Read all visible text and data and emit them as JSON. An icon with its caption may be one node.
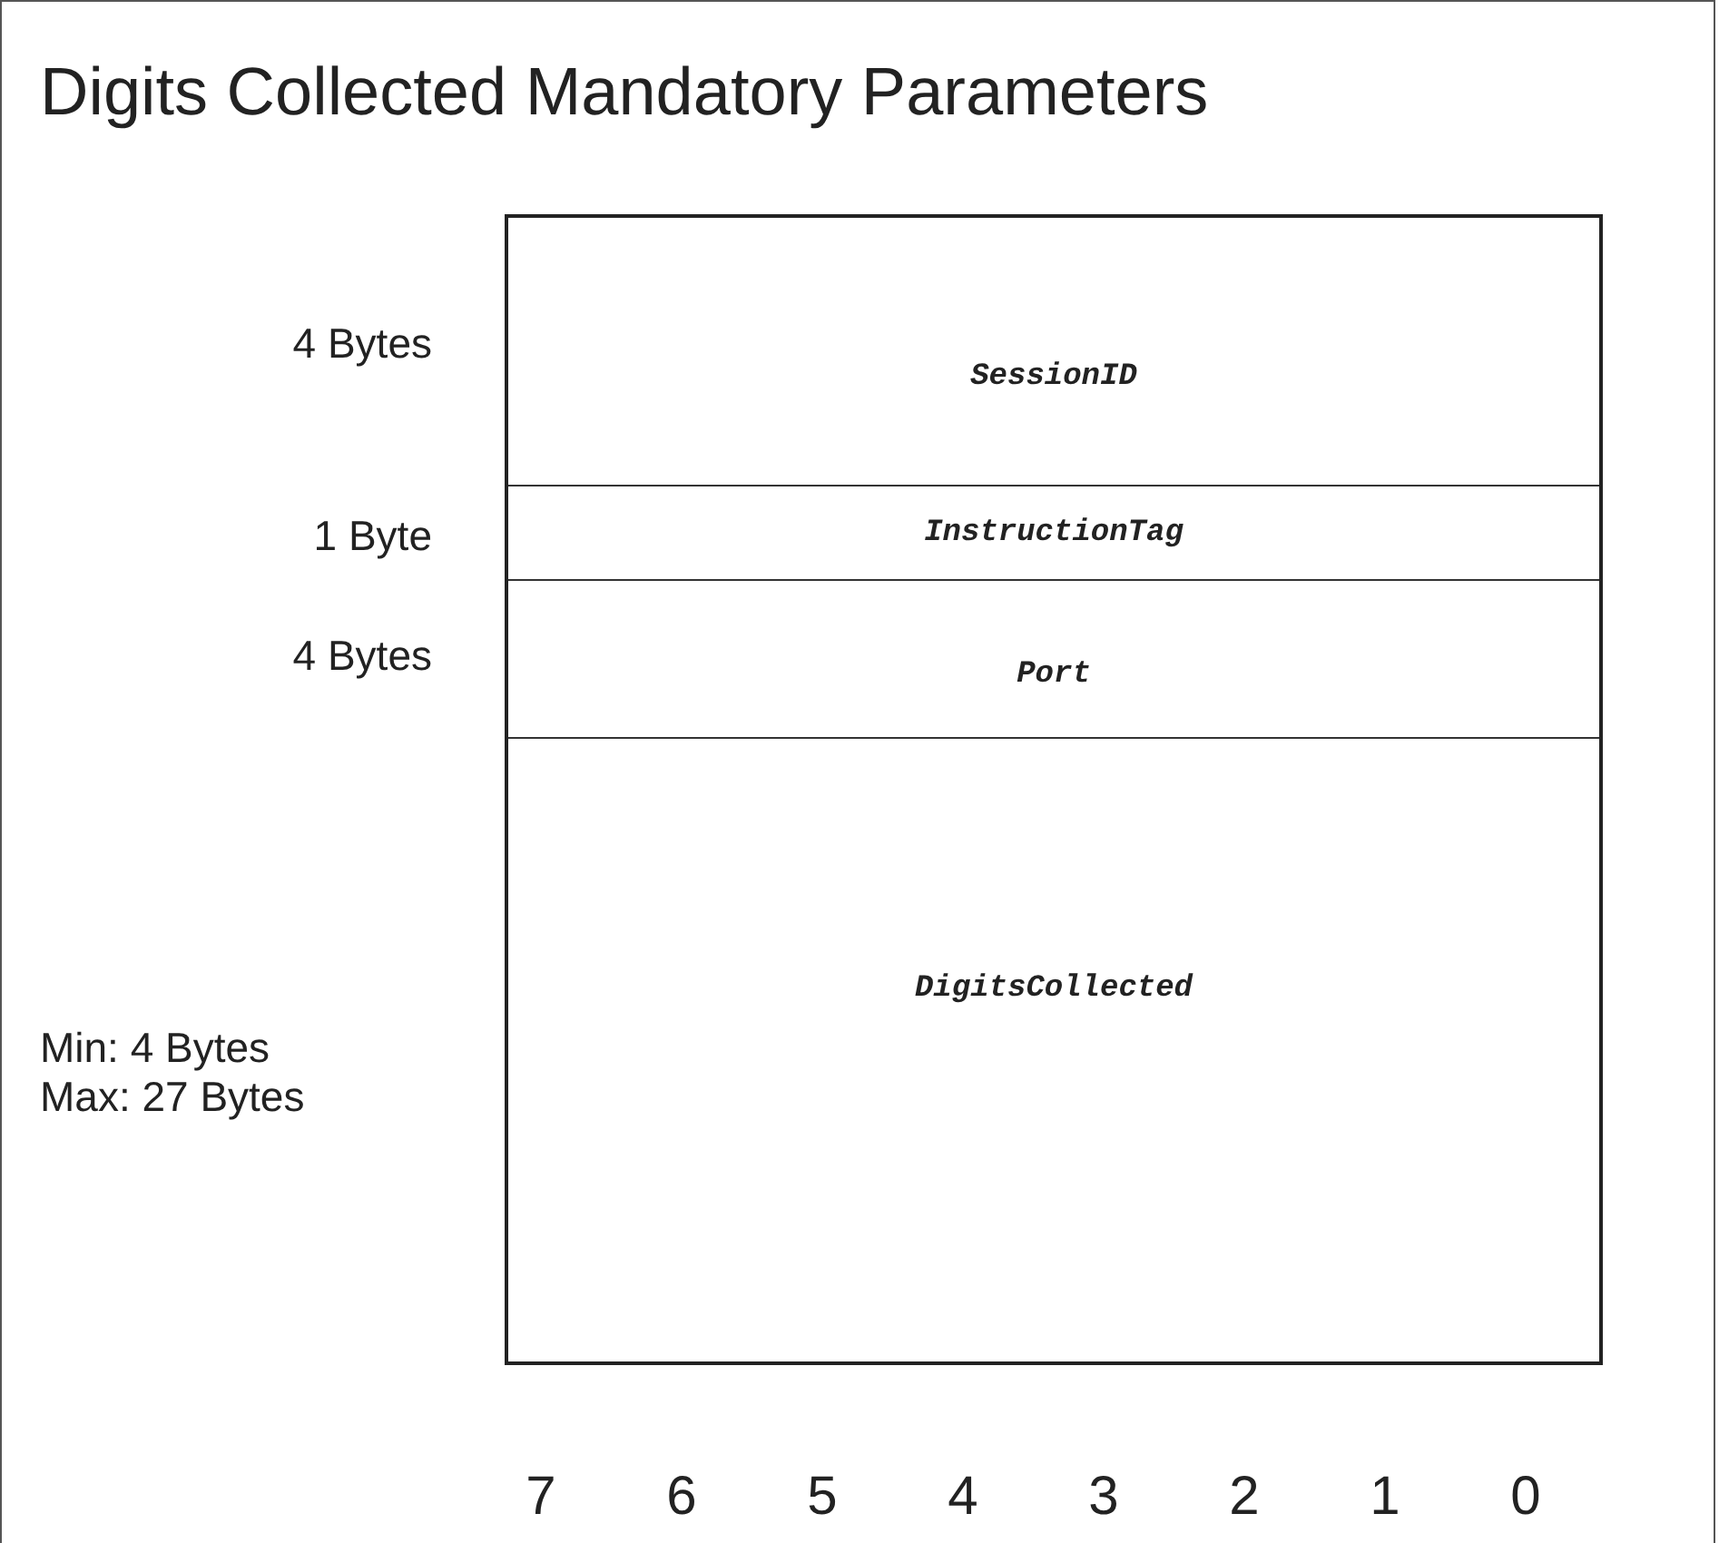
{
  "diagram": {
    "title": "Digits Collected Mandatory Parameters",
    "nodes": [
      {
        "text": [
          "SessionID"
        ],
        "beside": [
          "4 Bytes"
        ]
      },
      {
        "text": [
          "InstructionTag"
        ],
        "beside": [
          "1 Byte"
        ]
      },
      {
        "text": [
          "Port"
        ],
        "beside": [
          "4 Bytes"
        ]
      },
      {
        "text": [
          "DigitsCollected"
        ]
      }
    ],
    "edges": [],
    "labels": [
      "Min: 4 Bytes Max: 27 Bytes",
      "7",
      "6",
      "5",
      "4",
      "3",
      "2",
      "1",
      "0"
    ]
  }
}
